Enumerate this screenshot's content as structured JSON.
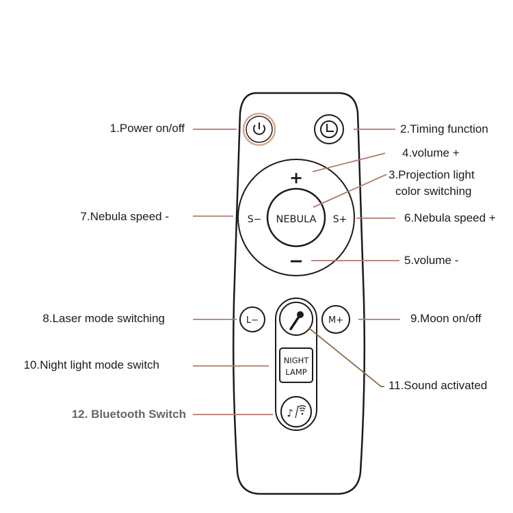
{
  "remote": {
    "buttons": {
      "plus": "+",
      "minus": "−",
      "nebula": "NEBULA",
      "s_minus": "S−",
      "s_plus": "S+",
      "l_minus": "L−",
      "m_plus": "M+",
      "night_line1": "NIGHT",
      "night_line2": "LAMP"
    }
  },
  "labels": {
    "power": "1.Power on/off",
    "timing": "2.Timing function",
    "projection_line1": "3.Projection light",
    "projection_line2": "color switching",
    "volume_up": "4.volume +",
    "volume_down": "5.volume -",
    "nebula_speed_up": "6.Nebula speed +",
    "nebula_speed_down": "7.Nebula speed -",
    "laser_mode": "8.Laser mode switching",
    "moon": "9.Moon on/off",
    "night_light": "10.Night light mode switch",
    "sound": "11.Sound activated",
    "bluetooth": "12. Bluetooth Switch"
  },
  "colors": {
    "leader_line": "#b07a6c",
    "power_ring": "#d8a68c",
    "outline": "#1a1a1a"
  }
}
